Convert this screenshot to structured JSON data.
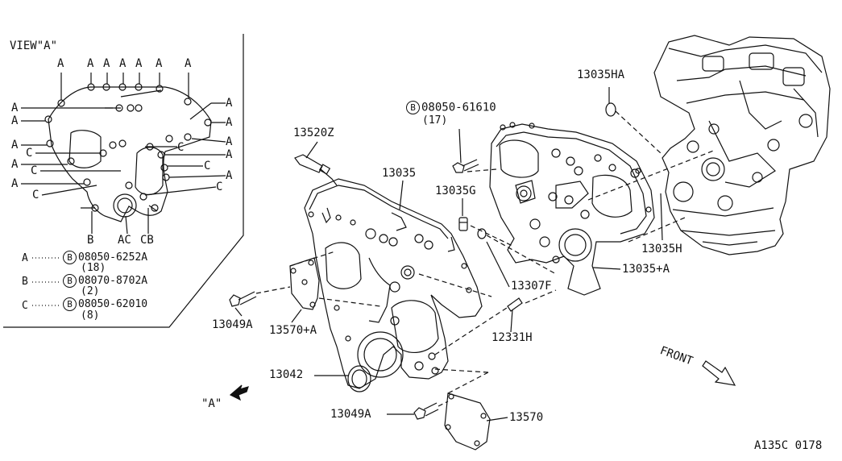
{
  "view": {
    "title": "VIEW\"A\"",
    "top_letters": [
      "A",
      "A",
      "A",
      "A",
      "A",
      "A",
      "A"
    ],
    "left_letters": [
      "A",
      "A",
      "A",
      "C",
      "A",
      "C",
      "A",
      "C"
    ],
    "right_letters": [
      "A",
      "A",
      "C",
      "A",
      "A",
      "C",
      "A",
      "C"
    ],
    "bottom_letters": [
      "B",
      "AC",
      "CB"
    ],
    "legend": [
      {
        "key": "A",
        "circle": "B",
        "part": "08050-6252A",
        "qty": "(18)"
      },
      {
        "key": "B",
        "circle": "B",
        "part": "08070-8702A",
        "qty": "(2)"
      },
      {
        "key": "C",
        "circle": "B",
        "part": "08050-62010",
        "qty": "(8)"
      }
    ]
  },
  "parts": {
    "p13520Z": "13520Z",
    "p13035": "13035",
    "p13035G": "13035G",
    "bolt_circle": "B",
    "bolt_part": "08050-61610",
    "bolt_qty": "(17)",
    "p13035HA": "13035HA",
    "p13035H": "13035H",
    "p13035A": "13035+A",
    "p13307F": "13307F",
    "p12331H": "12331H",
    "p13049A_1": "13049A",
    "p13570A": "13570+A",
    "p13042": "13042",
    "p13049A_2": "13049A",
    "p13570": "13570"
  },
  "view_marker": "\"A\"",
  "front_label": "FRONT",
  "diagram_code": "A135C 0178"
}
